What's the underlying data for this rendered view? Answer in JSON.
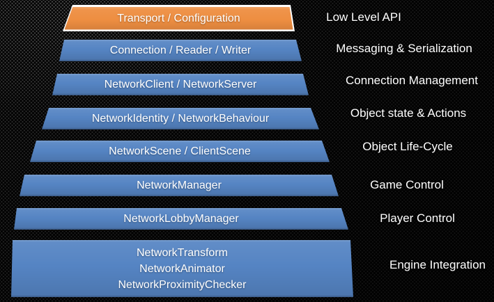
{
  "layers": [
    {
      "box": "Transport / Configuration",
      "label": "Low Level API"
    },
    {
      "box": "Connection / Reader / Writer",
      "label": "Messaging & Serialization"
    },
    {
      "box": "NetworkClient / NetworkServer",
      "label": "Connection Management"
    },
    {
      "box": "NetworkIdentity / NetworkBehaviour",
      "label": "Object state & Actions"
    },
    {
      "box": "NetworkScene / ClientScene",
      "label": "Object Life-Cycle"
    },
    {
      "box": "NetworkManager",
      "label": "Game Control"
    },
    {
      "box": "NetworkLobbyManager",
      "label": "Player Control"
    },
    {
      "box_lines": [
        "NetworkTransform",
        "NetworkAnimator",
        "NetworkProximityChecker"
      ],
      "label": "Engine Integration"
    }
  ],
  "colors": {
    "accent_orange": "#EE8E41",
    "accent_blue": "#5584C3",
    "border_white": "#FFFFFF",
    "text": "#FFFFFF"
  }
}
